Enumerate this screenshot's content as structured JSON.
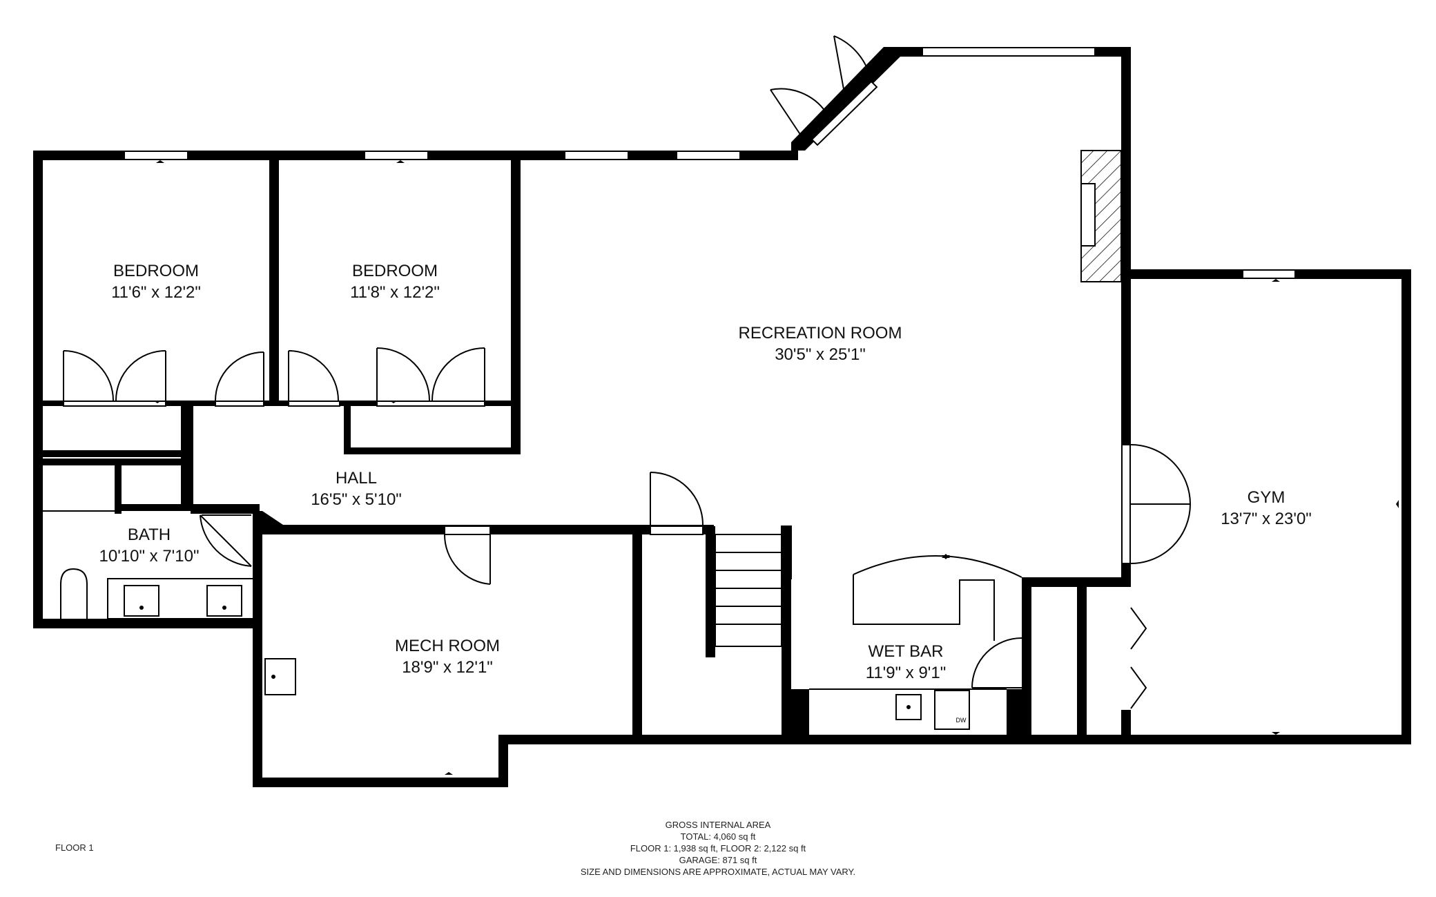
{
  "rooms": {
    "bedroom1": {
      "name": "BEDROOM",
      "dims": "11'6\" x 12'2\""
    },
    "bedroom2": {
      "name": "BEDROOM",
      "dims": "11'8\" x 12'2\""
    },
    "recreation": {
      "name": "RECREATION ROOM",
      "dims": "30'5\" x 25'1\""
    },
    "gym": {
      "name": "GYM",
      "dims": "13'7\" x 23'0\""
    },
    "hall": {
      "name": "HALL",
      "dims": "16'5\" x 5'10\""
    },
    "bath": {
      "name": "BATH",
      "dims": "10'10\" x 7'10\""
    },
    "mech": {
      "name": "MECH ROOM",
      "dims": "18'9\" x 12'1\""
    },
    "wetbar": {
      "name": "WET BAR",
      "dims": "11'9\" x 9'1\""
    }
  },
  "appliance": {
    "dw": "DW"
  },
  "footer": {
    "floor_label": "FLOOR 1",
    "lines": [
      "GROSS INTERNAL AREA",
      "TOTAL: 4,060 sq ft",
      "FLOOR 1: 1,938 sq ft,  FLOOR 2: 2,122 sq ft",
      "GARAGE: 871 sq ft",
      "SIZE AND DIMENSIONS ARE APPROXIMATE, ACTUAL MAY VARY."
    ]
  }
}
